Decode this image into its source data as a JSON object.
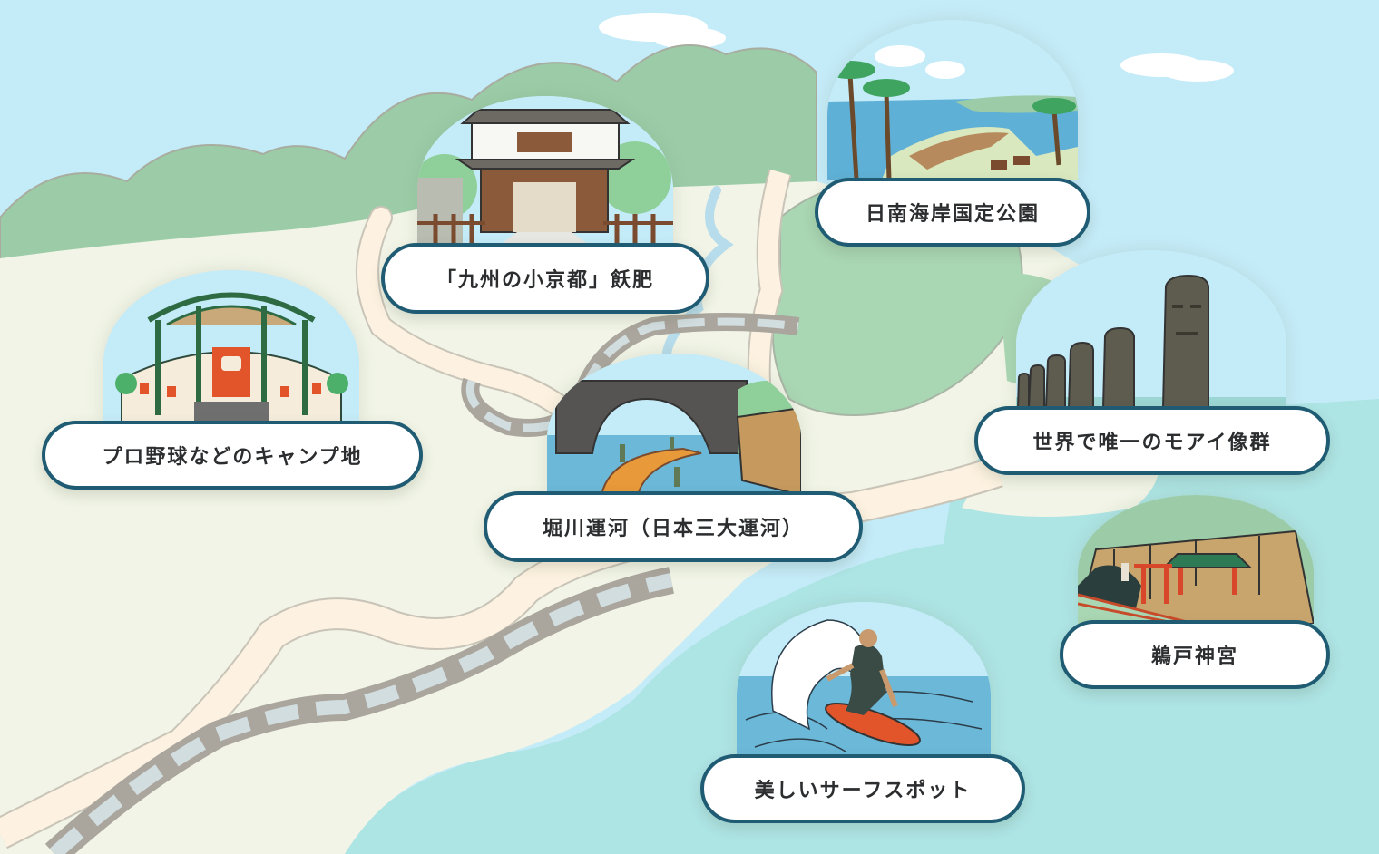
{
  "map": {
    "colors": {
      "sky": "#c4ebf8",
      "land": "#f1f4e6",
      "mountain": "#9bcca7",
      "forest": "#a9d6b3",
      "sea": "#ade4e4",
      "road": "#fdf2e1",
      "rail_bed": "#aaa59d",
      "rail_window": "#d2dde0",
      "river": "#b7dceb",
      "label_border": "#1f5b73",
      "label_text": "#2b2d2f"
    }
  },
  "spots": [
    {
      "id": "camp",
      "label": "プロ野球などのキャンプ地",
      "illustration": "baseball-stadium-icon"
    },
    {
      "id": "obi",
      "label": "「九州の小京都」飫肥",
      "illustration": "castle-gate-icon"
    },
    {
      "id": "nichinan",
      "label": "日南海岸国定公園",
      "illustration": "palm-coast-icon"
    },
    {
      "id": "horikawa",
      "label": "堀川運河（日本三大運河）",
      "illustration": "stone-bridge-canal-icon"
    },
    {
      "id": "moai",
      "label": "世界で唯一のモアイ像群",
      "illustration": "moai-statues-icon"
    },
    {
      "id": "udo",
      "label": "鵜戸神宮",
      "illustration": "shrine-torii-icon"
    },
    {
      "id": "surf",
      "label": "美しいサーフスポット",
      "illustration": "surfer-wave-icon"
    }
  ]
}
